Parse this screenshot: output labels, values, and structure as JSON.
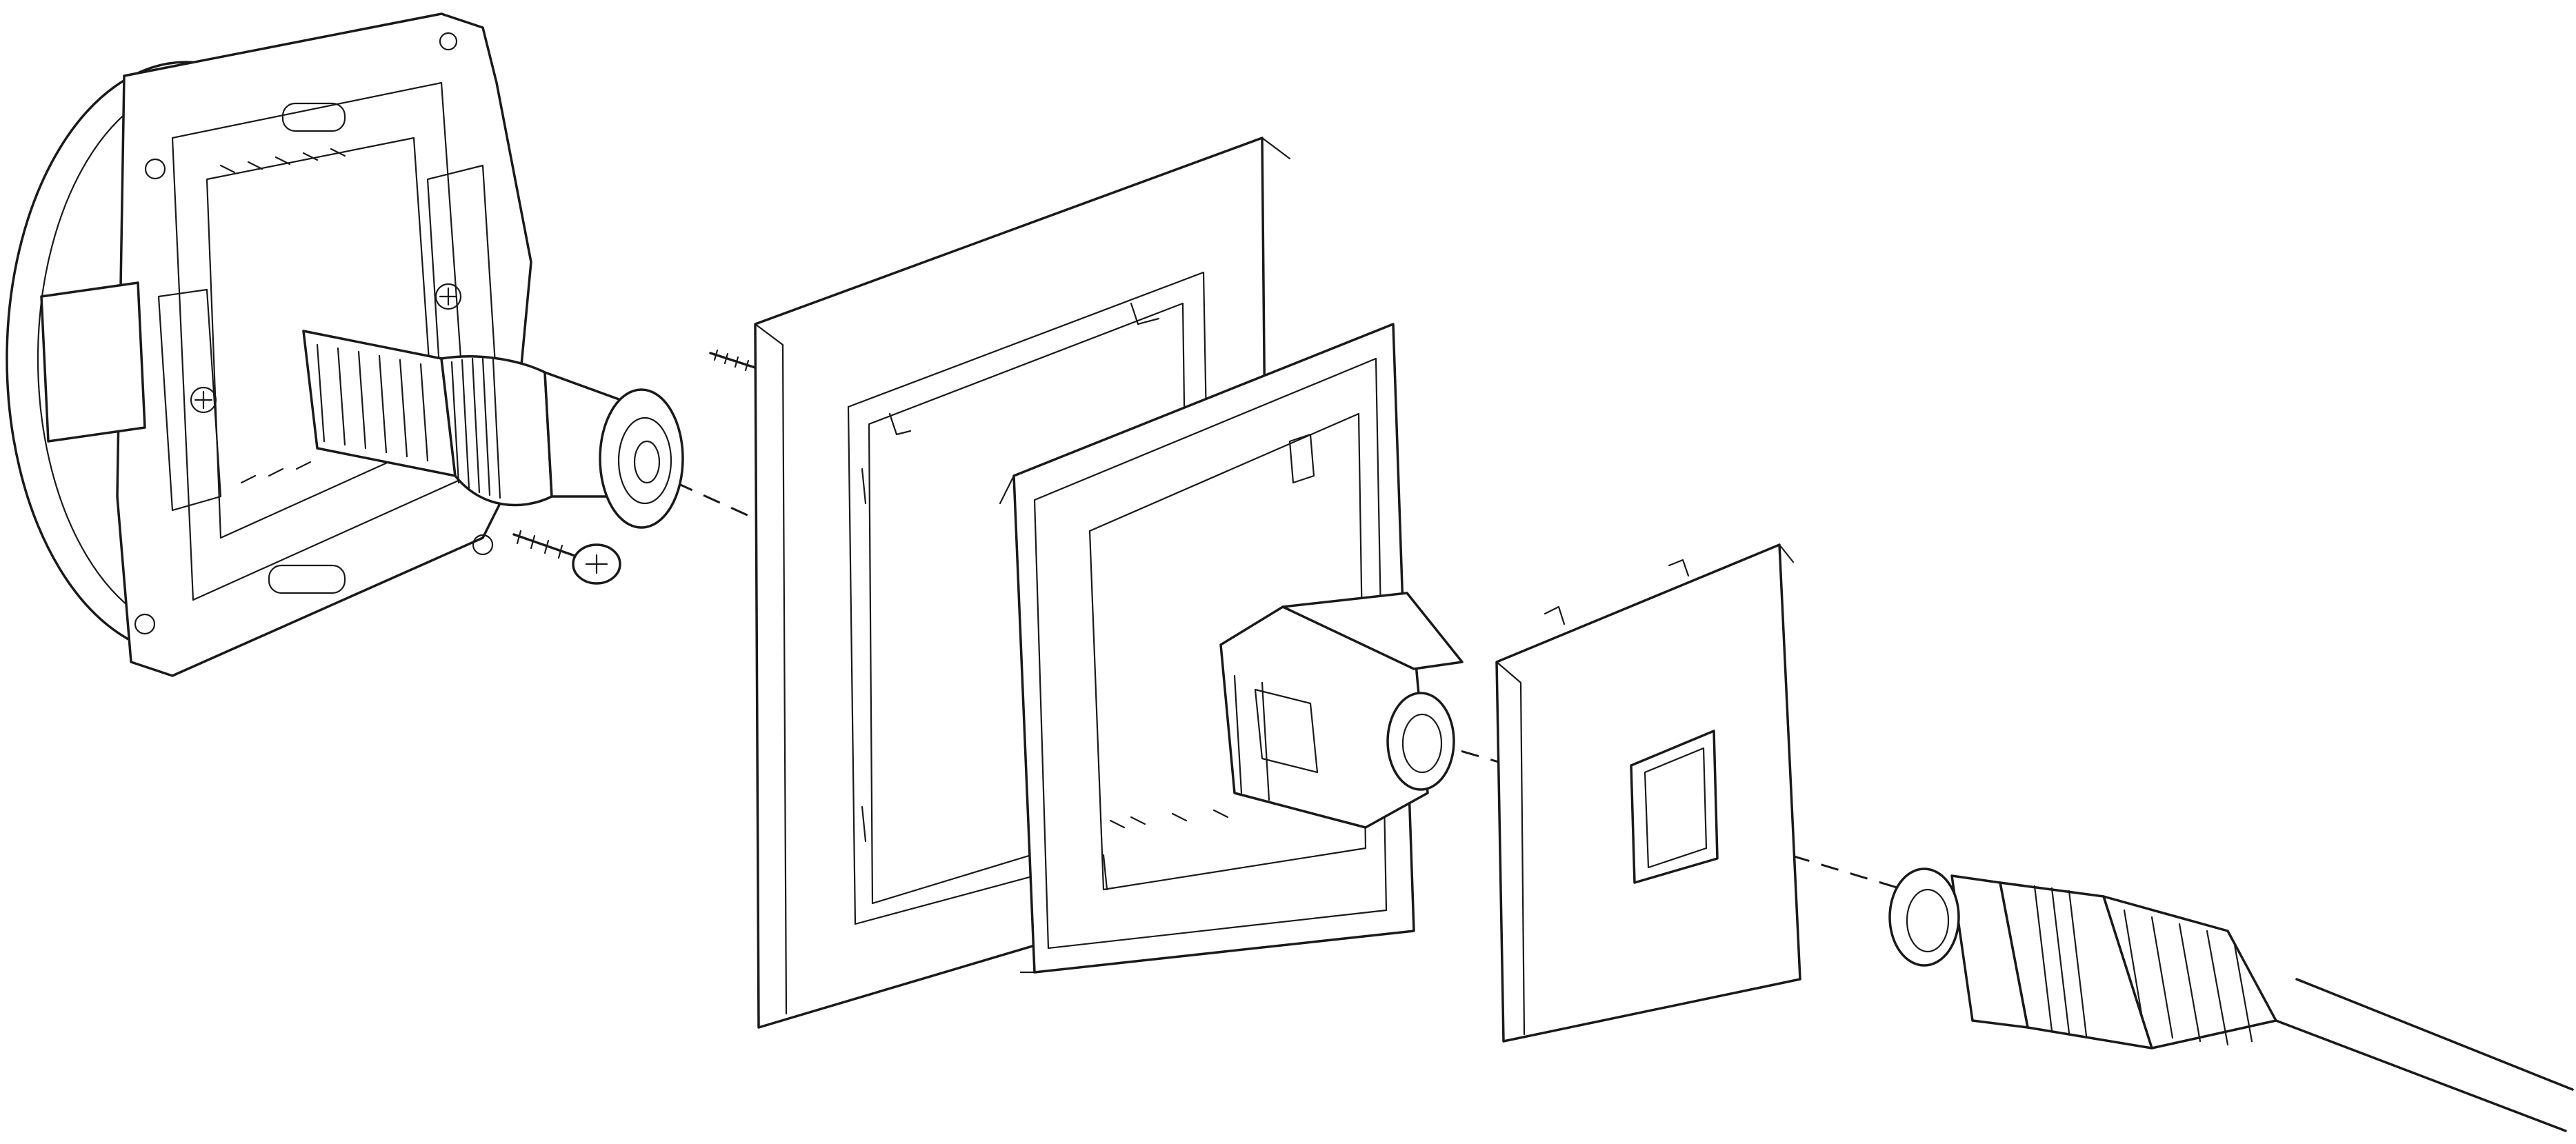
{
  "diagram": {
    "title": "",
    "parts": [
      {
        "id": "mounting-box",
        "icon": "wall-box-with-mounting-plate"
      },
      {
        "id": "coax-socket-insert",
        "icon": "coaxial-socket-insert"
      },
      {
        "id": "fixing-screw-upper",
        "icon": "screw"
      },
      {
        "id": "fixing-screw-lower",
        "icon": "screw"
      },
      {
        "id": "outer-frame",
        "icon": "square-cover-frame"
      },
      {
        "id": "inner-frame",
        "icon": "inner-adapter-frame"
      },
      {
        "id": "connector-module",
        "icon": "keystone-connector-module"
      },
      {
        "id": "cover-plate",
        "icon": "cover-plate-with-aperture"
      },
      {
        "id": "coax-plug-cable",
        "icon": "coaxial-plug-with-cable"
      }
    ],
    "line_color": "#1a1a1a",
    "background": "#ffffff"
  }
}
